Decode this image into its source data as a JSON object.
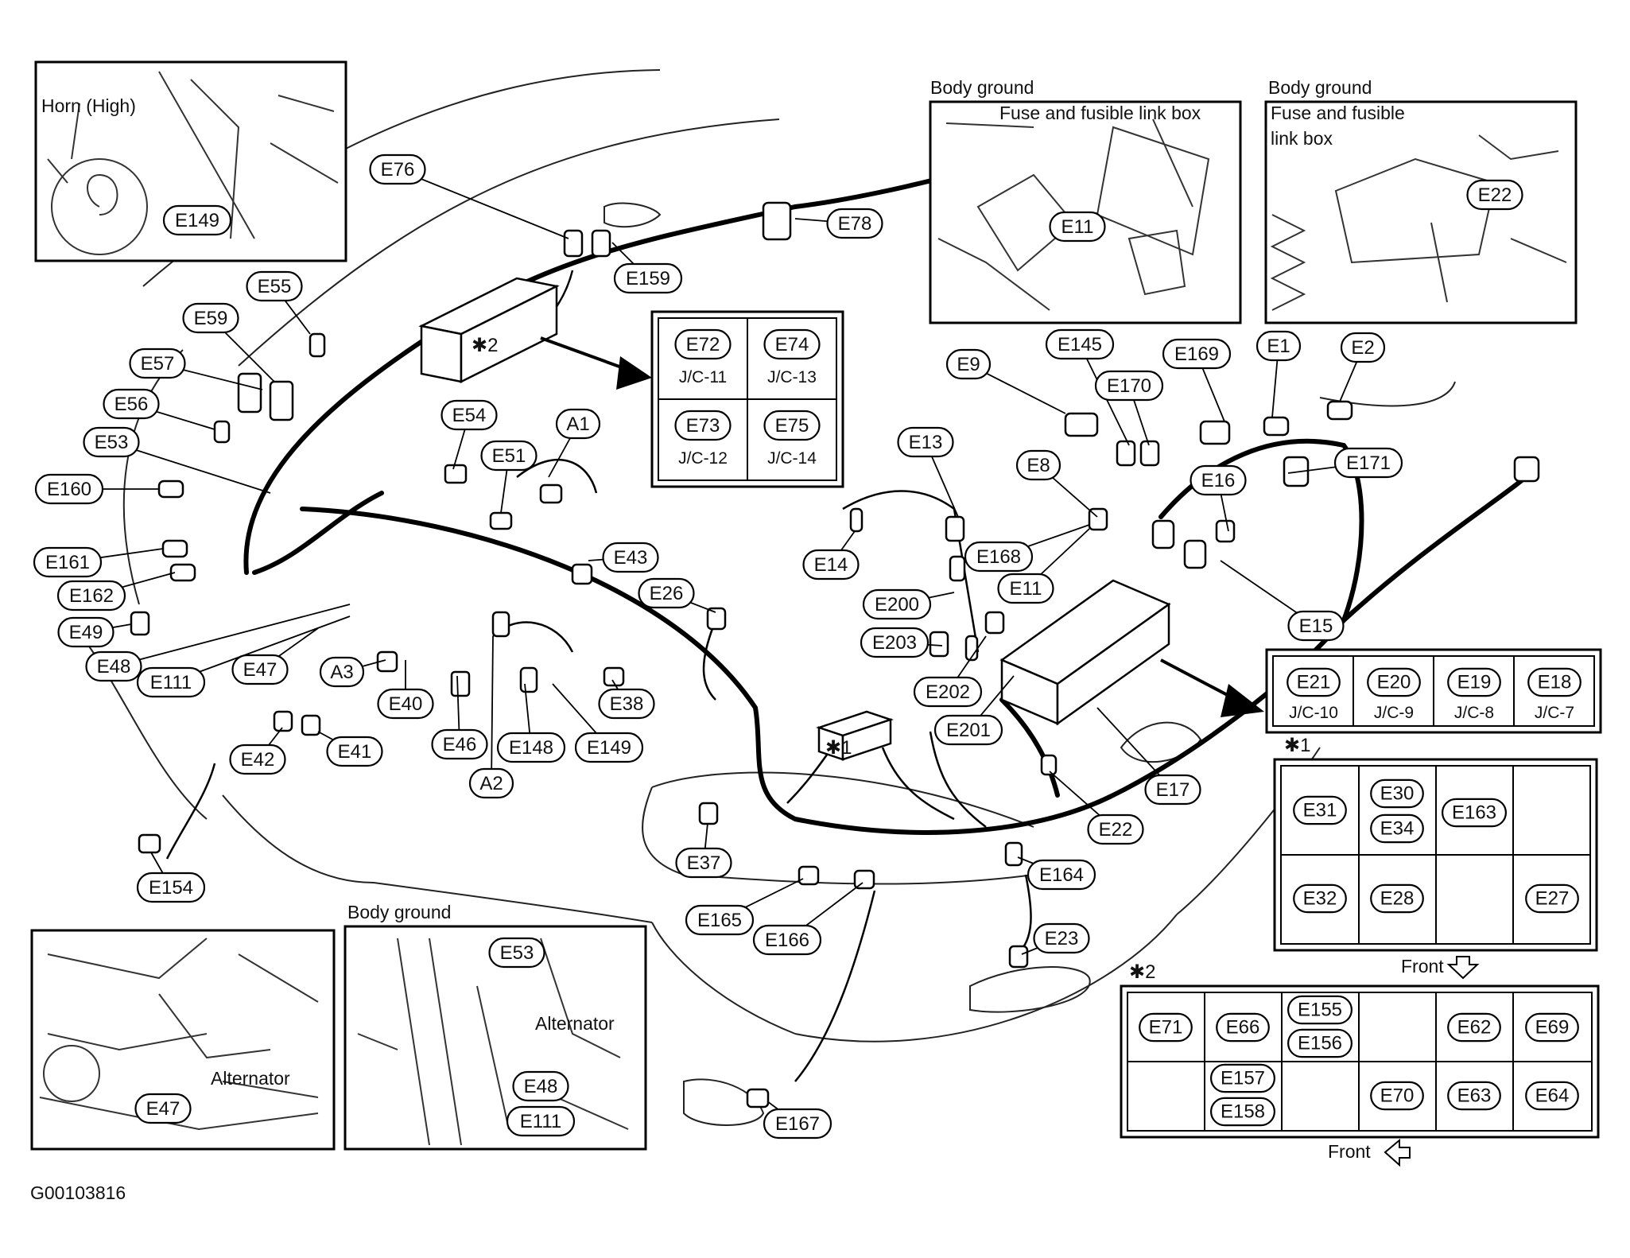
{
  "labels": [
    "E1",
    "E2",
    "E8",
    "E9",
    "E11",
    "E13",
    "E14",
    "E15",
    "E16",
    "E17",
    "E22",
    "E23",
    "E26",
    "E37",
    "E38",
    "E40",
    "E41",
    "E42",
    "E43",
    "E46",
    "E47",
    "E48",
    "E49",
    "E51",
    "E53",
    "E54",
    "E55",
    "E56",
    "E57",
    "E59",
    "E76",
    "E78",
    "E111",
    "E145",
    "E148",
    "E149",
    "E154",
    "E159",
    "E160",
    "E161",
    "E162",
    "E164",
    "E165",
    "E166",
    "E167",
    "E168",
    "E169",
    "E170",
    "E171",
    "E200",
    "E201",
    "E202",
    "E203",
    "A1",
    "A2",
    "A3"
  ],
  "insets": {
    "horn": {
      "caption": "Horn (High)",
      "connector": "E149"
    },
    "body_ground_1": {
      "heading": "Body ground",
      "caption": "Fuse and fusible link box",
      "connector": "E11"
    },
    "body_ground_2": {
      "heading": "Body ground",
      "caption_line1": "Fuse and fusible",
      "caption_line2": "link box",
      "connector": "E22"
    },
    "alternator_left": {
      "caption": "Alternator",
      "connector": "E47"
    },
    "body_ground_3": {
      "heading": "Body ground",
      "caption": "Alternator",
      "connectors": [
        "E53",
        "E48",
        "E111"
      ]
    }
  },
  "star2_box": {
    "mark": "✱2"
  },
  "star1_box": {
    "mark": "✱1"
  },
  "jc_grid_top": {
    "cells": [
      {
        "id": "E72",
        "jc": "J/C-11"
      },
      {
        "id": "E74",
        "jc": "J/C-13"
      },
      {
        "id": "E73",
        "jc": "J/C-12"
      },
      {
        "id": "E75",
        "jc": "J/C-14"
      }
    ]
  },
  "jc_grid_right": {
    "cells": [
      {
        "id": "E21",
        "jc": "J/C-10"
      },
      {
        "id": "E20",
        "jc": "J/C-9"
      },
      {
        "id": "E19",
        "jc": "J/C-8"
      },
      {
        "id": "E18",
        "jc": "J/C-7"
      }
    ]
  },
  "grid_star1": {
    "mark": "✱1",
    "cells": [
      "E31",
      "E30",
      "E34",
      "E163",
      "E32",
      "E28",
      "E27"
    ],
    "front_label": "Front"
  },
  "grid_star2": {
    "mark": "✱2",
    "cells": [
      "E71",
      "E66",
      "E155",
      "E156",
      "E62",
      "E69",
      "E157",
      "E158",
      "E70",
      "E63",
      "E64"
    ],
    "front_label": "Front"
  },
  "figure_id": "G00103816"
}
